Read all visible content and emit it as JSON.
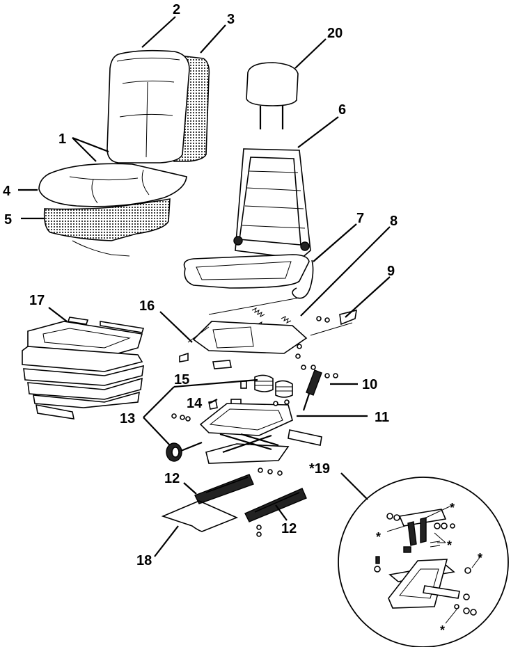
{
  "labels": {
    "p1": "1",
    "p2": "2",
    "p3": "3",
    "p4": "4",
    "p5": "5",
    "p6": "6",
    "p7": "7",
    "p8": "8",
    "p9": "9",
    "p10": "10",
    "p11": "11",
    "p12a": "12",
    "p12b": "12",
    "p13": "13",
    "p14": "14",
    "p15": "15",
    "p16": "16",
    "p17": "17",
    "p18": "18",
    "p19": "*19",
    "p20": "20"
  },
  "detail_marks": {
    "a1": "*",
    "a2": "*",
    "a3": "*",
    "a4": "*",
    "a5": "*"
  }
}
